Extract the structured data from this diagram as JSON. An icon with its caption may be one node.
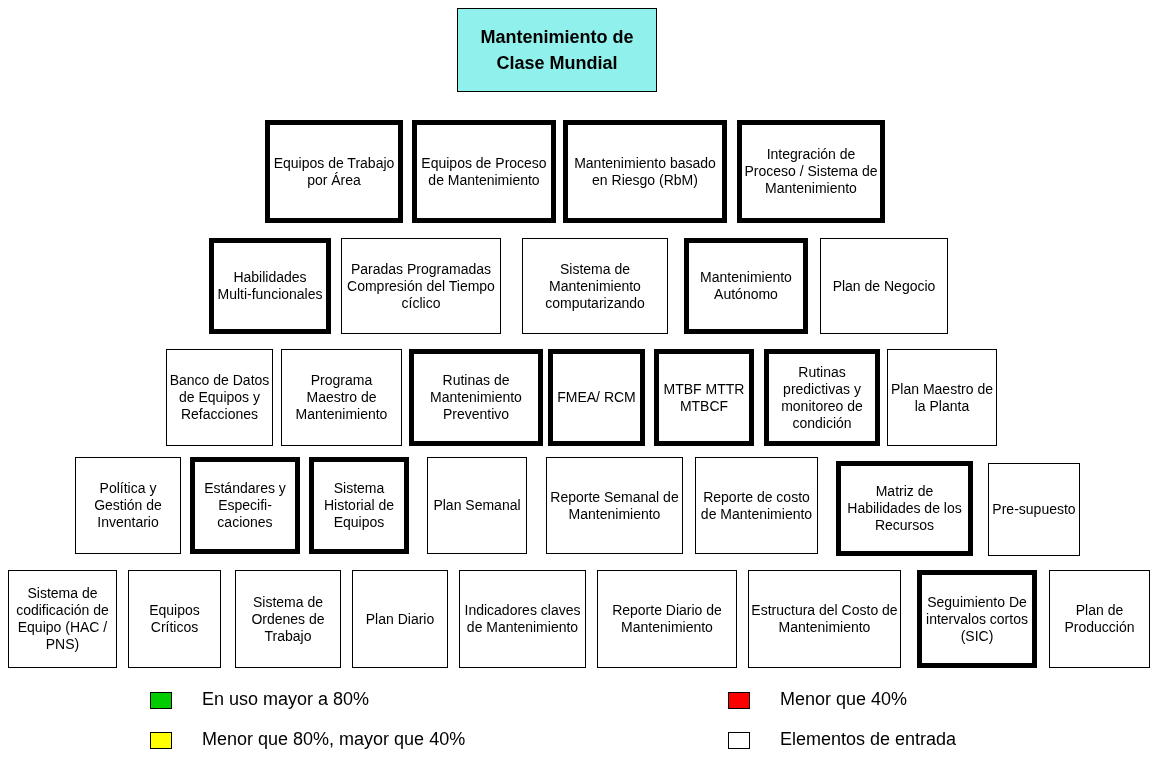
{
  "diagram": {
    "nodes": [
      {
        "text": [
          "Mantenimiento de Clase Mundial"
        ]
      },
      {
        "text": [
          "Equipos de Trabajo por Área"
        ]
      },
      {
        "text": [
          "Equipos de Proceso de Mantenimiento"
        ]
      },
      {
        "text": [
          "Mantenimiento basado en Riesgo (RbM)"
        ]
      },
      {
        "text": [
          "Integración de Proceso / Sistema de Mantenimiento"
        ]
      },
      {
        "text": [
          "Habilidades Multi-funcionales"
        ]
      },
      {
        "text": [
          "Paradas Programadas Compresión del Tiempo cíclico"
        ]
      },
      {
        "text": [
          "Sistema de Mantenimiento computarizando"
        ]
      },
      {
        "text": [
          "Mantenimiento Autónomo"
        ]
      },
      {
        "text": [
          "Plan de Negocio"
        ]
      },
      {
        "text": [
          "Banco de Datos de Equipos y Refacciones"
        ]
      },
      {
        "text": [
          "Programa Maestro de Mantenimiento"
        ]
      },
      {
        "text": [
          "Rutinas de Mantenimiento Preventivo"
        ]
      },
      {
        "text": [
          "FMEA/ RCM"
        ]
      },
      {
        "text": [
          "MTBF MTTR MTBCF"
        ]
      },
      {
        "text": [
          "Rutinas predictivas y monitoreo de condición"
        ]
      },
      {
        "text": [
          "Plan Maestro de la Planta"
        ]
      },
      {
        "text": [
          "Política y Gestión de Inventario"
        ]
      },
      {
        "text": [
          "Estándares y Especifi-caciones"
        ]
      },
      {
        "text": [
          "Sistema Historial de Equipos"
        ]
      },
      {
        "text": [
          "Plan Semanal"
        ]
      },
      {
        "text": [
          "Reporte Semanal de Mantenimiento"
        ]
      },
      {
        "text": [
          "Reporte de costo de Mantenimiento"
        ]
      },
      {
        "text": [
          "Matriz de Habilidades de los Recursos"
        ]
      },
      {
        "text": [
          "Pre-supuesto"
        ]
      },
      {
        "text": [
          "Sistema de codificación de Equipo (HAC / PNS)"
        ]
      },
      {
        "text": [
          "Equipos Críticos"
        ]
      },
      {
        "text": [
          "Sistema de Ordenes de Trabajo"
        ]
      },
      {
        "text": [
          "Plan Diario"
        ]
      },
      {
        "text": [
          "Indicadores claves de Mantenimiento"
        ]
      },
      {
        "text": [
          "Reporte Diario de Mantenimiento"
        ]
      },
      {
        "text": [
          "Estructura del Costo de Mantenimiento"
        ]
      },
      {
        "text": [
          "Seguimiento De intervalos cortos (SIC)"
        ]
      },
      {
        "text": [
          "Plan de Producción"
        ]
      }
    ],
    "edges": [],
    "legend": [
      {
        "text": "En uso mayor a 80%",
        "color": "#00cc00"
      },
      {
        "text": "Menor que 40%",
        "color": "#ff0000"
      },
      {
        "text": "Menor que 80%, mayor que 40%",
        "color": "#ffff00"
      },
      {
        "text": "Elementos de entrada",
        "color": "#ffffff"
      }
    ]
  }
}
